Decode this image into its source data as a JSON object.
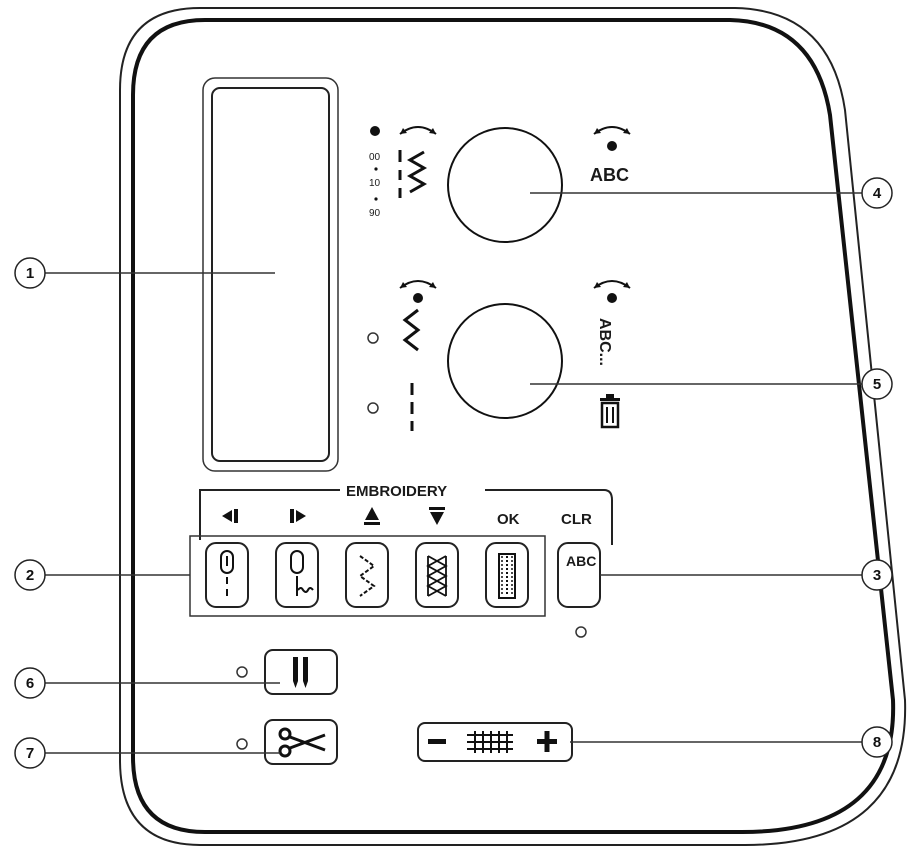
{
  "panel": {
    "embroidery_label": "EMBROIDERY",
    "nav_labels": [
      "◄▌",
      "▐►",
      "▲",
      "▼"
    ],
    "ok_label": "OK",
    "clr_label": "CLR",
    "width_scale": [
      "00",
      "10",
      "90"
    ],
    "dial_upper_label": "ABC",
    "dial_lower_label": "ABC...",
    "abc_button_label": "ABC"
  },
  "callouts": [
    "1",
    "2",
    "3",
    "4",
    "5",
    "6",
    "7",
    "8"
  ],
  "icons": {
    "stitch_buttons": [
      "needle-stop-icon",
      "basting-icon",
      "zigzag-icon",
      "triple-zigzag-icon",
      "buttonhole-icon"
    ],
    "misc": [
      "twin-needle-icon",
      "scissors-icon",
      "stitch-density-icon",
      "trash-icon",
      "rotate-arrow-icon"
    ]
  }
}
